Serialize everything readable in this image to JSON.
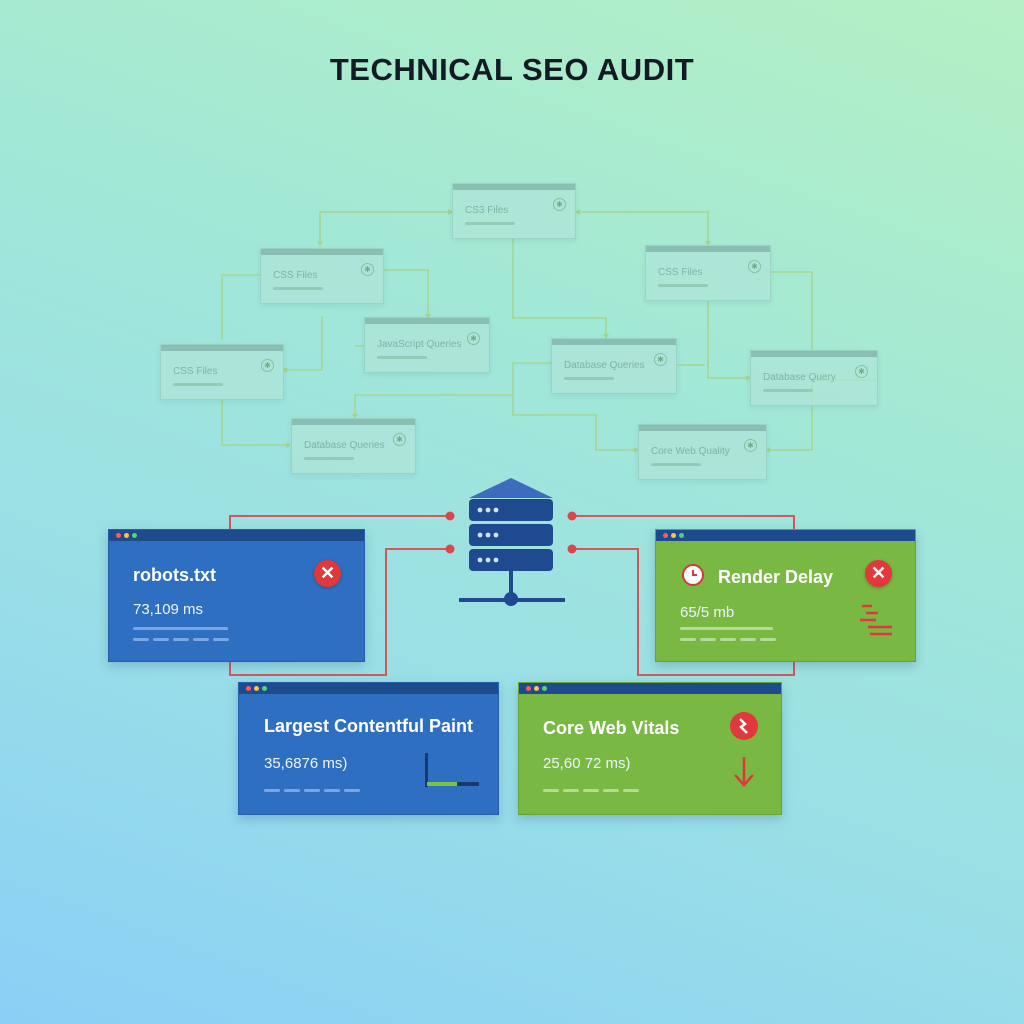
{
  "title": "TECHNICAL SEO AUDIT",
  "ghost_nodes": [
    {
      "id": "g1",
      "label": "CS3 Files"
    },
    {
      "id": "g2",
      "label": "CSS Files"
    },
    {
      "id": "g3",
      "label": "CSS Files"
    },
    {
      "id": "g4",
      "label": "JavaScript Queries"
    },
    {
      "id": "g5",
      "label": "CSS Files"
    },
    {
      "id": "g6",
      "label": "Database Queries"
    },
    {
      "id": "g7",
      "label": "Database Queries"
    },
    {
      "id": "g8",
      "label": "Database Query"
    },
    {
      "id": "g9",
      "label": "Core Web Quality"
    }
  ],
  "cards": {
    "robots": {
      "title": "robots.txt",
      "value": "73,109 ms",
      "status": "error"
    },
    "render": {
      "title": "Render Delay",
      "value": "65/5 mb",
      "status": "error"
    },
    "lcp": {
      "title": "Largest Contentful Paint",
      "value": "35,6876 ms)"
    },
    "cwv": {
      "title": "Core Web Vitals",
      "value": "25,60 72 ms)",
      "status": "warning"
    }
  },
  "colors": {
    "card_blue": "#2e6fc1",
    "card_green": "#79b843",
    "error_red": "#e0383c",
    "server_blue": "#1f4a8f",
    "connector_red": "#d9474b"
  },
  "icons": [
    "close-icon",
    "clock-icon",
    "bar-chart-icon",
    "arrow-down-icon",
    "server-icon"
  ]
}
